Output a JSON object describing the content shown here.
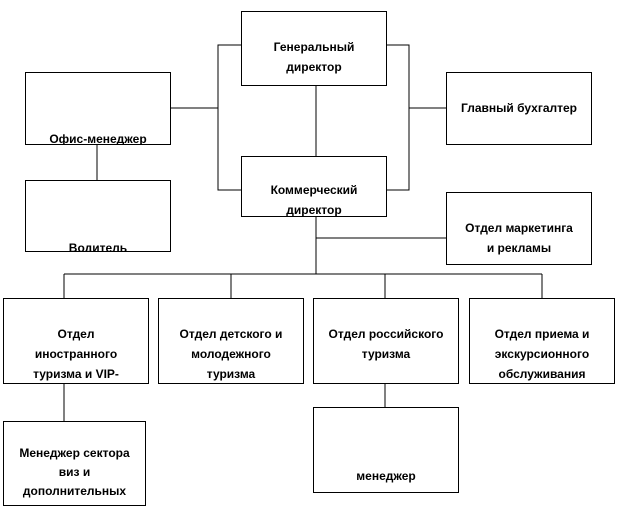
{
  "org_chart": {
    "nodes": {
      "general_director": "Генеральный\nдиректор",
      "office_manager": "Офис-менеджер",
      "chief_accountant": "Главный бухгалтер",
      "commercial_director": "Коммерческий\nдиректор",
      "driver": "Водитель",
      "marketing_dept": "Отдел маркетинга\nи рекламы",
      "foreign_tourism_dept": "Отдел\nиностранного\nтуризма и VIP-\nобслуживания",
      "children_youth_dept": "Отдел детского и\nмолодежного\nтуризма",
      "russian_tourism_dept": "Отдел российского\nтуризма",
      "reception_excursion_dept": "Отдел приема и\nэкскурсионного\nобслуживания",
      "visa_sector_manager": "Менеджер сектора\nвиз и\nдополнительных\nуслуг",
      "manager": "менеджер"
    }
  }
}
